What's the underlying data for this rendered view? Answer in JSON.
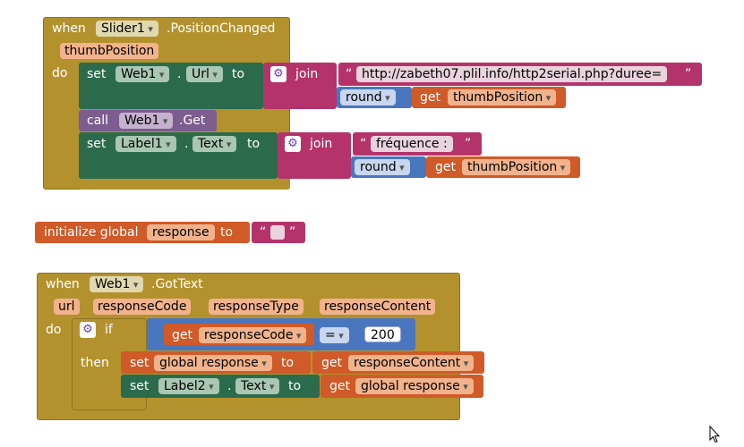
{
  "block1": {
    "when": "when",
    "component": "Slider1",
    "event": ".PositionChanged",
    "param": "thumbPosition",
    "do": "do",
    "set1": {
      "set": "set",
      "component": "Web1",
      "dot": ".",
      "property": "Url",
      "to": "to",
      "join": "join",
      "url_text": "http://zabeth07.plil.info/http2serial.php?duree=",
      "round": "round",
      "get": "get",
      "var": "thumbPosition"
    },
    "call": {
      "call": "call",
      "component": "Web1",
      "method": ".Get"
    },
    "set2": {
      "set": "set",
      "component": "Label1",
      "dot": ".",
      "property": "Text",
      "to": "to",
      "join": "join",
      "text": "fréquence : ",
      "round": "round",
      "get": "get",
      "var": "thumbPosition"
    }
  },
  "block2": {
    "label": "initialize global",
    "name": "response",
    "to": "to"
  },
  "block3": {
    "when": "when",
    "component": "Web1",
    "event": ".GotText",
    "params": [
      "url",
      "responseCode",
      "responseType",
      "responseContent"
    ],
    "do": "do",
    "if": "if",
    "then": "then",
    "cond": {
      "get": "get",
      "var": "responseCode",
      "op": "=",
      "num": "200"
    },
    "set1": {
      "set": "set",
      "var": "global response",
      "to": "to",
      "get": "get",
      "value": "responseContent"
    },
    "set2": {
      "set": "set",
      "component": "Label2",
      "dot": ".",
      "property": "Text",
      "to": "to",
      "get": "get",
      "value": "global response"
    }
  },
  "quote_open": "“",
  "quote_close": "”",
  "colors": {
    "event": "#b3922e",
    "component": "#2b6b4c",
    "call": "#7d5c8f",
    "text": "#b5336b",
    "math": "#4a76c0",
    "variable": "#d05a28"
  }
}
